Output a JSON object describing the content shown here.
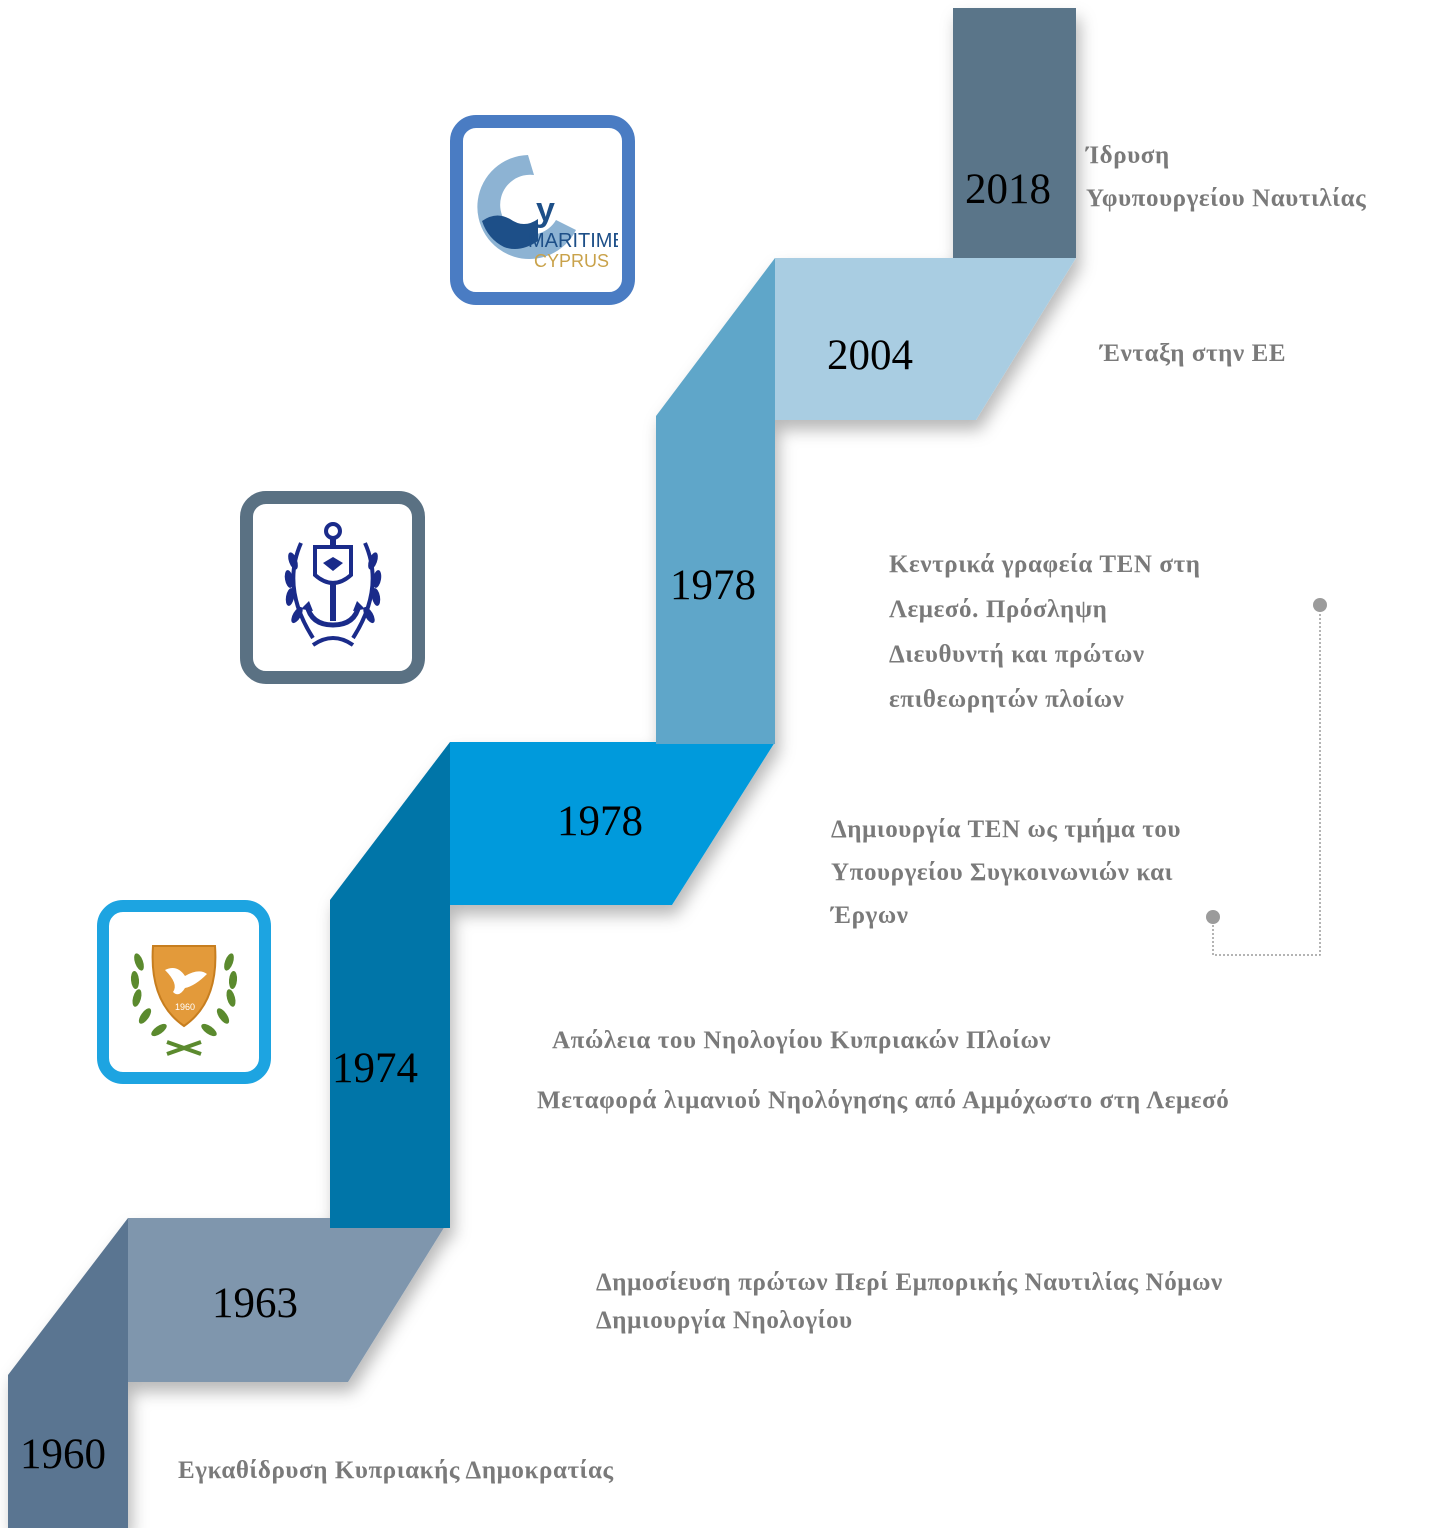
{
  "colors": {
    "y1960": "#5a7591",
    "y1963": "#7f96ad",
    "y1974": "#0074a8",
    "y1978a": "#039adc",
    "y1978b": "#5ea6c9",
    "y2004": "#a9cde2",
    "y2018": "#5a7589",
    "text": "#7a7a7a",
    "frame_maritime": "#4a7cc3",
    "frame_navy": "#5a7183",
    "frame_cyprus": "#1da4e1"
  },
  "milestones": [
    {
      "year": "1960",
      "lines": [
        "Εγκαθίδρυση Κυπριακής Δημοκρατίας"
      ]
    },
    {
      "year": "1963",
      "lines": [
        "Δημοσίευση πρώτων Περί Εμπορικής Ναυτιλίας Νόμων",
        "Δημιουργία Νηολογίου"
      ]
    },
    {
      "year": "1974",
      "lines": [
        "Απώλεια του Νηολογίου Κυπριακών Πλοίων",
        "Μεταφορά λιμανιού Νηολόγησης από Αμμόχωστο στη Λεμεσό"
      ]
    },
    {
      "year": "1978",
      "lines": [
        "Δημιουργία ΤΕΝ ως τμήμα του",
        "Υπουργείου Συγκοινωνιών και",
        "Έργων"
      ]
    },
    {
      "year": "1978",
      "lines": [
        "Κεντρικά γραφεία ΤΕΝ στη",
        "Λεμεσό. Πρόσληψη",
        "Διευθυντή και πρώτων",
        "επιθεωρητών πλοίων"
      ]
    },
    {
      "year": "2004",
      "lines": [
        "Ένταξη στην ΕΕ"
      ]
    },
    {
      "year": "2018",
      "lines": [
        "Ίδρυση",
        "Υφυπουργείου Ναυτιλίας"
      ]
    }
  ],
  "logos": {
    "maritime": {
      "text_top": "y",
      "text_mid": "MARITIME",
      "text_bot": "CYPRUS"
    },
    "emblem_year": "1960"
  }
}
